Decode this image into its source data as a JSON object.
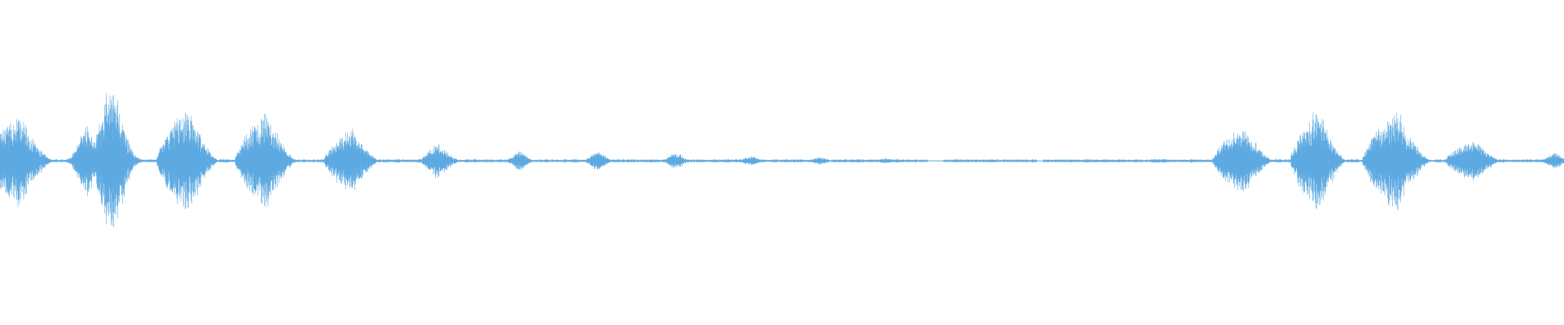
{
  "waveform": {
    "color": "#5DA9E1",
    "background": "#ffffff",
    "duration_fraction_note_free": true,
    "bursts": [
      {
        "center": 0.012,
        "width": 0.022,
        "amp": 0.3,
        "shape": "attack"
      },
      {
        "center": 0.055,
        "width": 0.012,
        "amp": 0.22,
        "shape": "spike"
      },
      {
        "center": 0.071,
        "width": 0.017,
        "amp": 0.45,
        "shape": "spike"
      },
      {
        "center": 0.12,
        "width": 0.02,
        "amp": 0.34,
        "shape": "attack"
      },
      {
        "center": 0.17,
        "width": 0.02,
        "amp": 0.31,
        "shape": "attack"
      },
      {
        "center": 0.225,
        "width": 0.018,
        "amp": 0.21,
        "shape": "attack"
      },
      {
        "center": 0.28,
        "width": 0.014,
        "amp": 0.11,
        "shape": "spike"
      },
      {
        "center": 0.332,
        "width": 0.01,
        "amp": 0.06,
        "shape": "spike"
      },
      {
        "center": 0.382,
        "width": 0.01,
        "amp": 0.06,
        "shape": "spike"
      },
      {
        "center": 0.432,
        "width": 0.01,
        "amp": 0.05,
        "shape": "spike"
      },
      {
        "center": 0.48,
        "width": 0.01,
        "amp": 0.03,
        "shape": "spike"
      },
      {
        "center": 0.524,
        "width": 0.01,
        "amp": 0.025,
        "shape": "spike"
      },
      {
        "center": 0.566,
        "width": 0.01,
        "amp": 0.015,
        "shape": "spike"
      },
      {
        "center": 0.742,
        "width": 0.02,
        "amp": 0.012,
        "shape": "spike"
      },
      {
        "center": 0.795,
        "width": 0.02,
        "amp": 0.22,
        "shape": "attack"
      },
      {
        "center": 0.843,
        "width": 0.018,
        "amp": 0.33,
        "shape": "attack"
      },
      {
        "center": 0.893,
        "width": 0.022,
        "amp": 0.32,
        "shape": "attack"
      },
      {
        "center": 0.942,
        "width": 0.018,
        "amp": 0.14,
        "shape": "attack"
      },
      {
        "center": 0.994,
        "width": 0.01,
        "amp": 0.05,
        "shape": "spike"
      }
    ],
    "noise_floor": 0.012,
    "gaps": [
      [
        0.593,
        0.603
      ],
      [
        0.663,
        0.667
      ]
    ]
  }
}
